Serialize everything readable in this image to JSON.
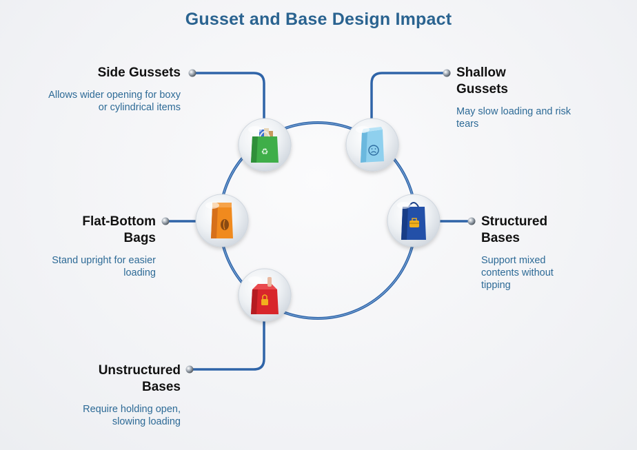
{
  "title": "Gusset and Base Design Impact",
  "items": [
    {
      "id": "side-gussets",
      "title": "Side Gussets",
      "desc": "Allows wider opening for boxy or cylindrical items",
      "icon": "green-shopping-bag-icon",
      "color": "#3fae49"
    },
    {
      "id": "shallow-gussets",
      "title": "Shallow Gussets",
      "desc": "May slow loading and risk tears",
      "icon": "sad-blue-bag-icon",
      "color": "#8fd0ee"
    },
    {
      "id": "flat-bottom-bags",
      "title": "Flat-Bottom Bags",
      "desc": "Stand upright for easier loading",
      "icon": "coffee-bag-icon",
      "color": "#f08a1e"
    },
    {
      "id": "structured-bases",
      "title": "Structured Bases",
      "desc": "Support mixed contents without tipping",
      "icon": "briefcase-bag-icon",
      "color": "#2350a8"
    },
    {
      "id": "unstructured-bases",
      "title": "Unstructured Bases",
      "desc": "Require holding open, slowing loading",
      "icon": "locked-red-bag-icon",
      "color": "#d8262b"
    }
  ],
  "colors": {
    "title": "#2a6390",
    "description": "#2d6a96",
    "ring": "#2f64a8",
    "connector": "#2f64a8"
  }
}
